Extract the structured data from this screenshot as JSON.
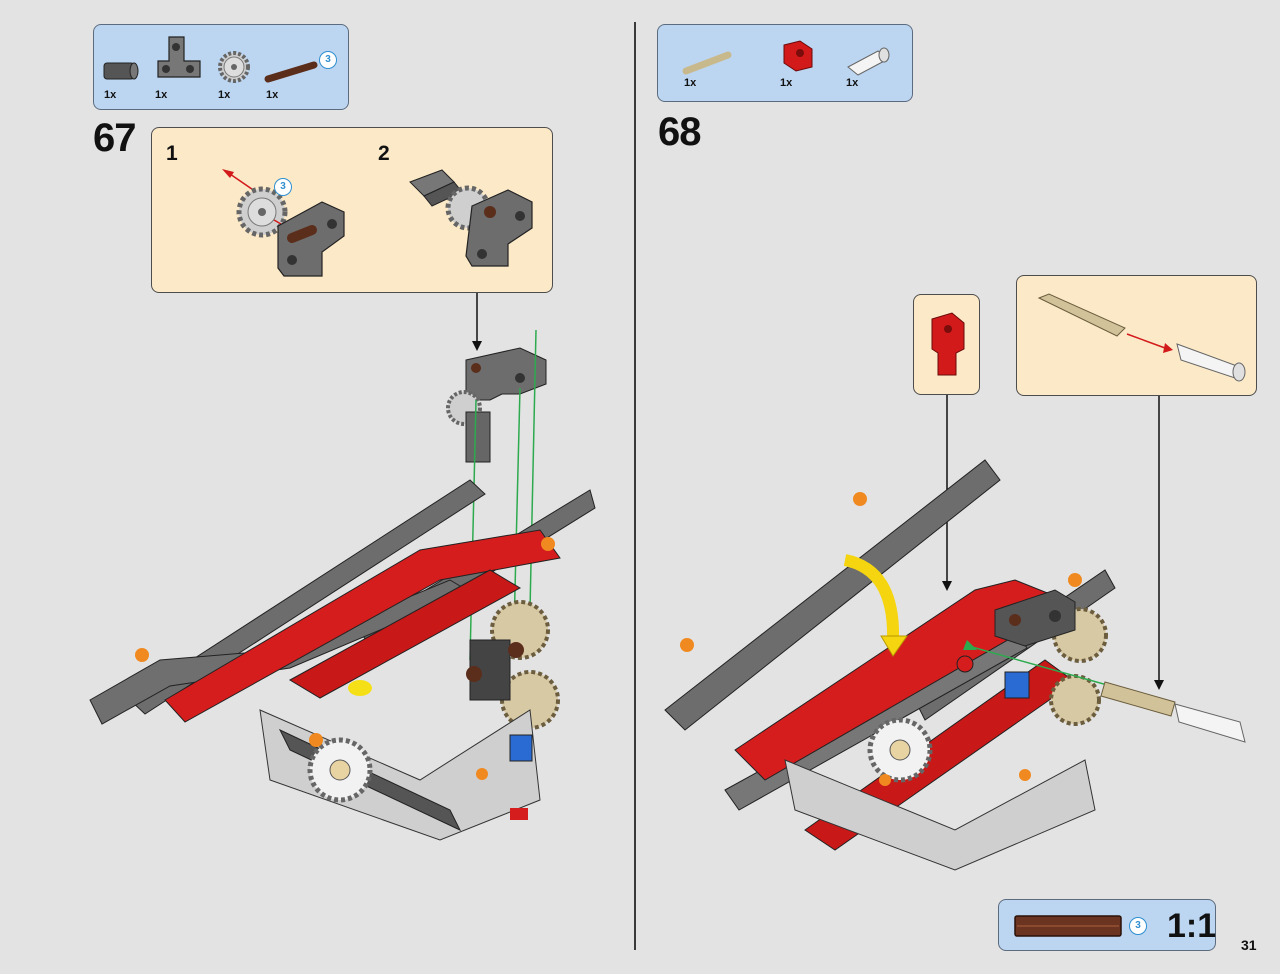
{
  "step67": {
    "number": "67",
    "parts": [
      {
        "name": "axle-connector-dark-grey-icon",
        "qty": "1x"
      },
      {
        "name": "t-beam-dark-grey-icon",
        "qty": "1x"
      },
      {
        "name": "gear-12-tooth-light-grey-icon",
        "qty": "1x"
      },
      {
        "name": "axle-brown-3-icon",
        "qty": "1x",
        "length": "3"
      }
    ],
    "substeps": [
      {
        "number": "1",
        "length_callout": "3"
      },
      {
        "number": "2"
      }
    ]
  },
  "step68": {
    "number": "68",
    "parts": [
      {
        "name": "axle-tan-icon",
        "qty": "1x"
      },
      {
        "name": "connector-red-icon",
        "qty": "1x"
      },
      {
        "name": "axle-connector-white-icon",
        "qty": "1x"
      }
    ]
  },
  "reference": {
    "length": "3",
    "scale": "1:1"
  },
  "page_number": "31",
  "colors": {
    "parts_bg": "#bcd6f1",
    "callout_bg": "#fbe9c8",
    "accent_red": "#d31a1a",
    "guide_green": "#2daa4e",
    "arrow_yellow": "#f5d410"
  }
}
